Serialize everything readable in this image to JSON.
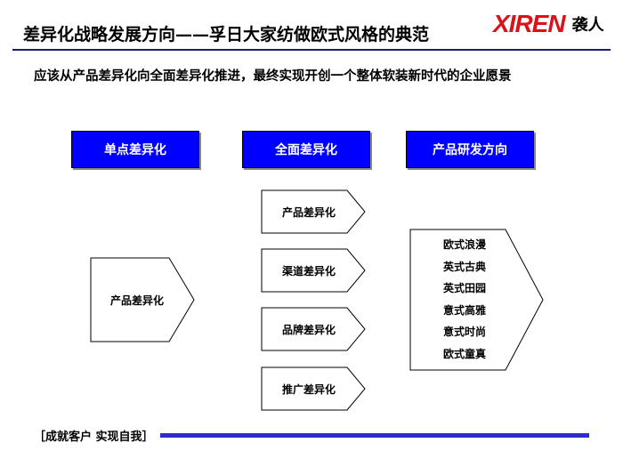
{
  "header": {
    "title": "差异化战略发展方向——孚日大家纺做欧式风格的典范",
    "logo_mark": "XIREN",
    "logo_cn": "袭人"
  },
  "intro": "应该从产品差异化向全面差异化推进，最终实现开创一个整体软装新时代的企业愿景",
  "columns": {
    "col1": "单点差异化",
    "col2": "全面差异化",
    "col3": "产品研发方向"
  },
  "source_node": "产品差异化",
  "branches": [
    "产品差异化",
    "渠道差异化",
    "品牌差异化",
    "推广差异化"
  ],
  "styles": [
    "欧式浪漫",
    "英式古典",
    "英式田园",
    "意式高雅",
    "意式时尚",
    "欧式童真"
  ],
  "footer": {
    "slogan": "［成就客户 实现自我］"
  },
  "colors": {
    "accent_blue": "#0000ff",
    "footer_bar": "#2b2bd0",
    "logo_red": "#d7141a"
  }
}
